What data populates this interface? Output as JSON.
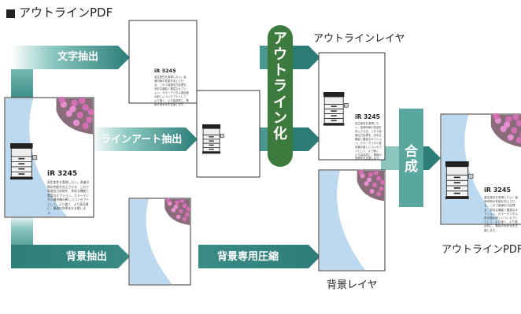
{
  "title": "アウトラインPDF",
  "colors": {
    "arrow_dark": "#2c7d78",
    "arrow_light": "#7fc2bb",
    "pill": "#3d7a3d",
    "box": "#5aa7a0",
    "sky": "#bcd9ef",
    "flower": "#d46fb4"
  },
  "arrows": {
    "text_extract": "文字抽出",
    "lineart_extract": "ラインアート抽出",
    "background_extract": "背景抽出",
    "background_compress": "背景専用圧縮"
  },
  "outline_pill": "アウトライン化",
  "compose_box": "合成",
  "captions": {
    "outline_layer": "アウトラインレイヤ",
    "background_layer": "背景レイヤ",
    "output": "アウトラインPDF"
  },
  "doc": {
    "model": "iR 3245",
    "body": "高生産性を実現したい。高速印刷の性能を向上させる、これで高速出力処理を、多彩な機能と豊富なオプション。カラーデジタル複合機の新しいコンセプトとして、より速く、より高品質に、業務の効率化を支援します。"
  }
}
